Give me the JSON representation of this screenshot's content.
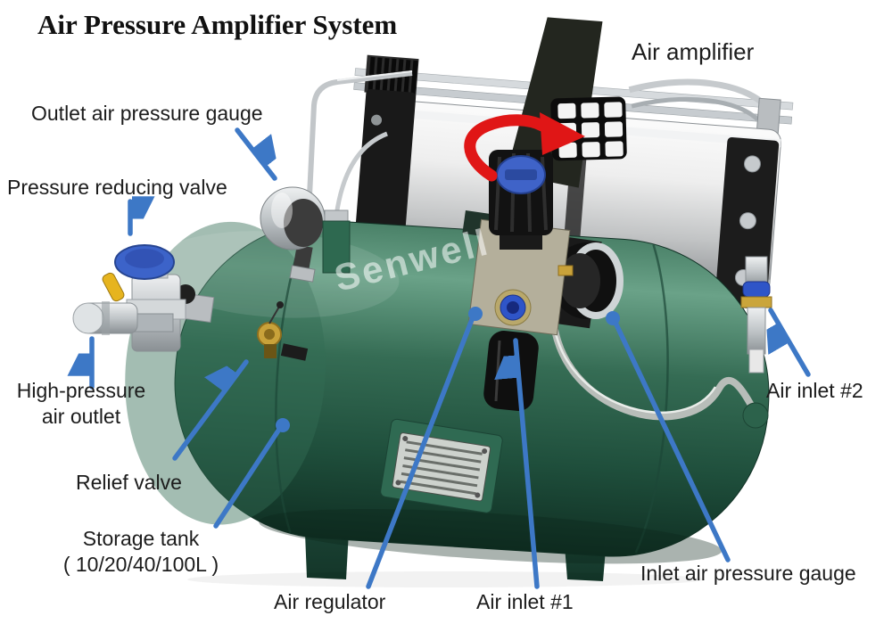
{
  "title": "Air Pressure Amplifier System",
  "watermark": "Senwell",
  "colors": {
    "annotation_blue": "#3d78c6",
    "rotation_arrow_red": "#e01616",
    "tank_green": "#2e6b52",
    "label_text": "#1c1c1c"
  },
  "labels": {
    "air_amplifier": "Air amplifier",
    "outlet_gauge": "Outlet air pressure gauge",
    "pressure_reducing_valve": "Pressure reducing valve",
    "high_pressure_outlet_line1": "High-pressure",
    "high_pressure_outlet_line2": "air outlet",
    "relief_valve": "Relief valve",
    "storage_tank_line1": "Storage tank",
    "storage_tank_line2": "( 10/20/40/100L )",
    "air_regulator": "Air regulator",
    "air_inlet_1": "Air inlet #1",
    "inlet_gauge": "Inlet air pressure gauge",
    "air_inlet_2": "Air inlet #2"
  }
}
